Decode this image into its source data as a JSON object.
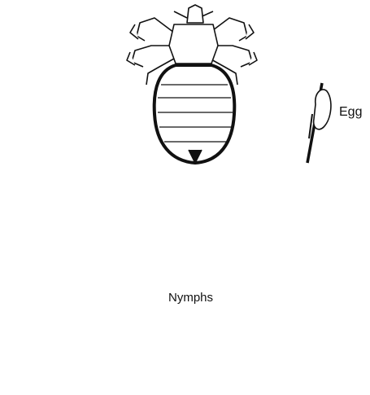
{
  "diagram": {
    "labels": {
      "egg": "Egg",
      "nymphs": "Nymphs"
    },
    "stages": [
      {
        "id": "adult-large",
        "icon": "louse-adult-icon"
      },
      {
        "id": "egg",
        "icon": "nit-on-hair-icon"
      },
      {
        "id": "nymph-small",
        "icon": "louse-nymph-icon"
      },
      {
        "id": "nymph-medium",
        "icon": "louse-nymph-icon"
      },
      {
        "id": "adult-medium",
        "icon": "louse-adult-icon"
      }
    ],
    "colors": {
      "ink": "#111111",
      "fill": "#ffffff"
    }
  }
}
